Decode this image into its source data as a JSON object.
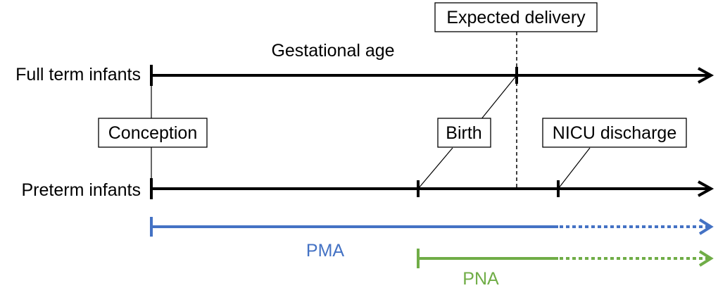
{
  "labels": {
    "gestational_age": "Gestational age",
    "full_term_infants": "Full term infants",
    "preterm_infants": "Preterm infants",
    "expected_delivery": "Expected delivery",
    "conception": "Conception",
    "birth": "Birth",
    "nicu_discharge": "NICU discharge",
    "pma": "PMA",
    "pna": "PNA"
  },
  "colors": {
    "axis": "#000000",
    "pma": "#4472C4",
    "pna": "#70AD47"
  }
}
